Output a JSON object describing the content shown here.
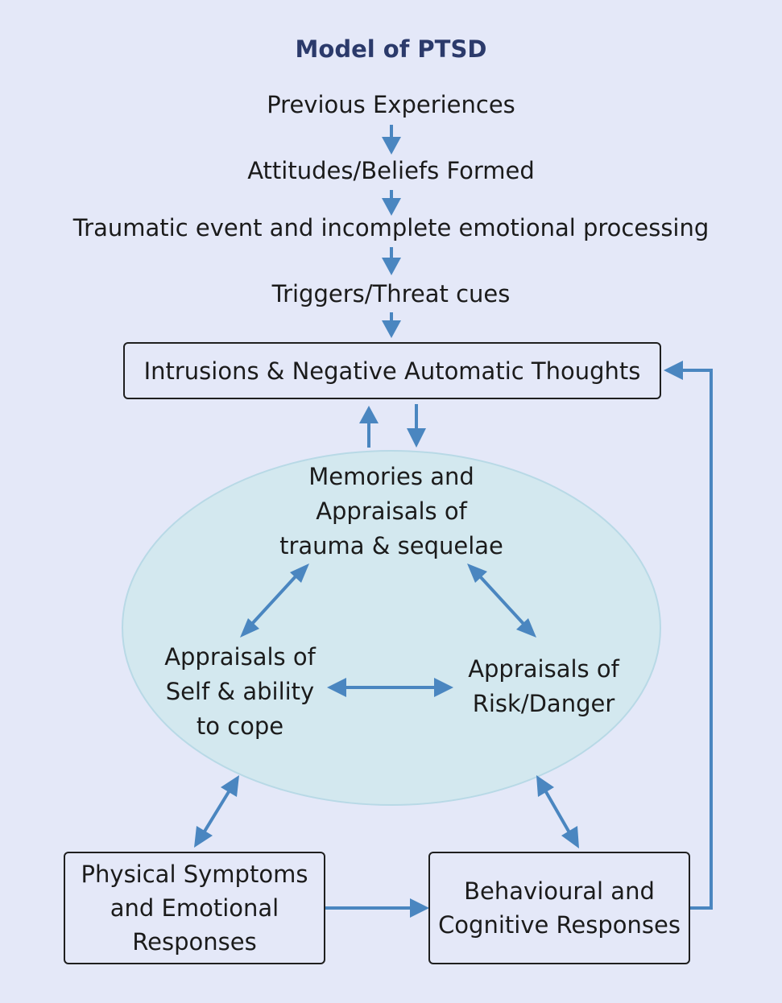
{
  "title": "Model of PTSD",
  "chain": {
    "step1": "Previous Experiences",
    "step2": "Attitudes/Beliefs Formed",
    "step3": "Traumatic event and incomplete emotional processing",
    "step4": "Triggers/Threat cues"
  },
  "intrusions_box": "Intrusions & Negative Automatic Thoughts",
  "oval": {
    "memories": [
      "Memories and",
      "Appraisals of",
      "trauma & sequelae"
    ],
    "self": [
      "Appraisals of",
      "Self & ability",
      "to cope"
    ],
    "risk": [
      "Appraisals of",
      "Risk/Danger"
    ]
  },
  "physical_box": [
    "Physical Symptoms",
    "and Emotional",
    "Responses"
  ],
  "behavioural_box": [
    "Behavioural and",
    "Cognitive Responses"
  ],
  "colors": {
    "background": "#e4e8f8",
    "oval_fill": "#d3e8ef",
    "arrow": "#4a86c0",
    "title": "#2b3a6b"
  }
}
